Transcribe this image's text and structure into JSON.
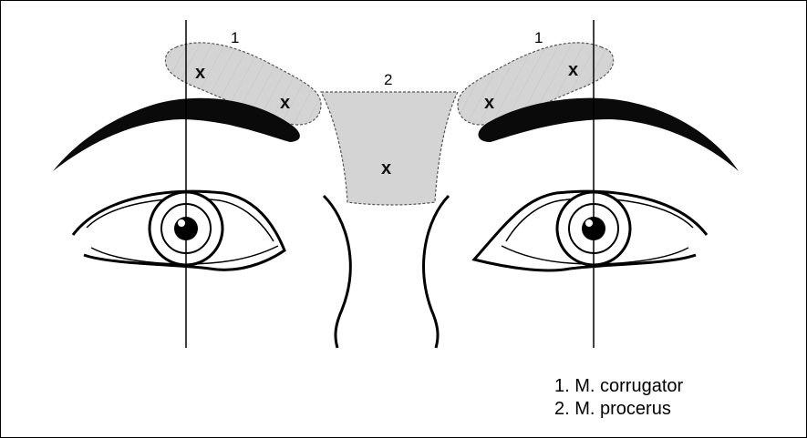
{
  "labels": {
    "left_corrugator": "1",
    "right_corrugator": "1",
    "procerus": "2"
  },
  "injection_mark": "x",
  "legend": [
    "1. M. corrugator",
    "2. M. procerus"
  ],
  "colors": {
    "muscle_fill": "#d4d4d4",
    "outline": "#000000",
    "background": "#ffffff"
  }
}
